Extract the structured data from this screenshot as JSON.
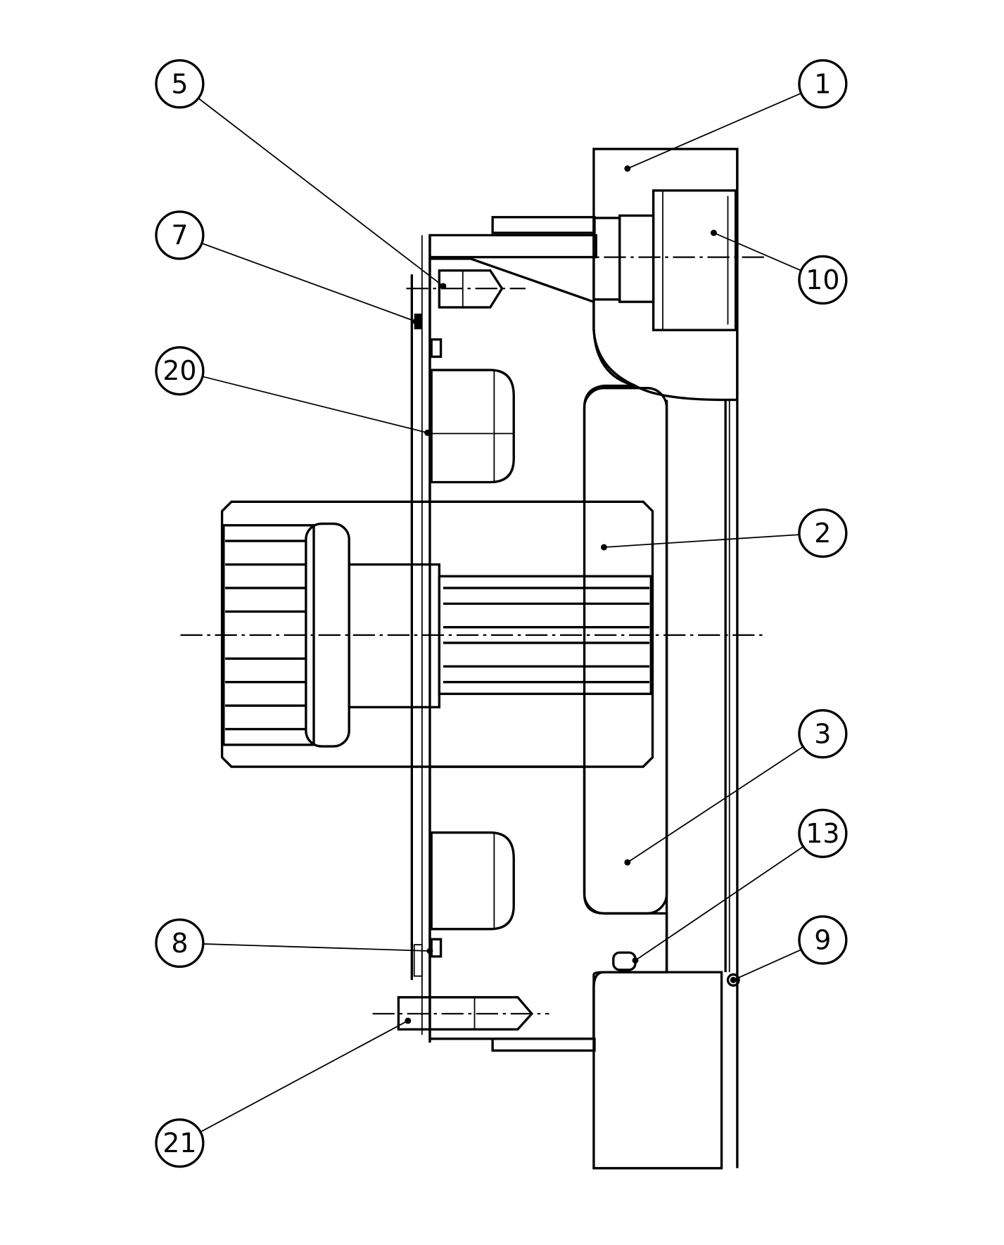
{
  "drawing": {
    "type": "cross-section assembly",
    "callouts": [
      {
        "label": "5",
        "part": "part-5"
      },
      {
        "label": "1",
        "part": "part-1"
      },
      {
        "label": "7",
        "part": "part-7"
      },
      {
        "label": "10",
        "part": "part-10"
      },
      {
        "label": "20",
        "part": "part-20"
      },
      {
        "label": "2",
        "part": "part-2"
      },
      {
        "label": "3",
        "part": "part-3"
      },
      {
        "label": "13",
        "part": "part-13"
      },
      {
        "label": "8",
        "part": "part-8"
      },
      {
        "label": "9",
        "part": "part-9"
      },
      {
        "label": "21",
        "part": "part-21"
      }
    ]
  }
}
